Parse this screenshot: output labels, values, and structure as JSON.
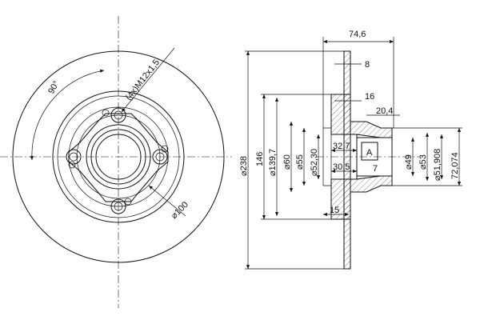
{
  "front_view": {
    "angle_label": "90°",
    "thread_label": "(4x)M12x1,5",
    "bolt_circle_label": "⌀100"
  },
  "section_view": {
    "top_dims": [
      "74,6",
      "8",
      "16",
      "20,4"
    ],
    "left_diameters": [
      "⌀238",
      "146",
      "⌀139,7",
      "⌀60",
      "⌀55",
      "⌀52,30"
    ],
    "inner_dims": [
      "32,7",
      "30,5",
      "7"
    ],
    "datum_label": "A",
    "right_diameters": [
      "⌀49",
      "⌀53",
      "⌀51,908",
      "72,074"
    ],
    "bottom_dim": "15"
  }
}
